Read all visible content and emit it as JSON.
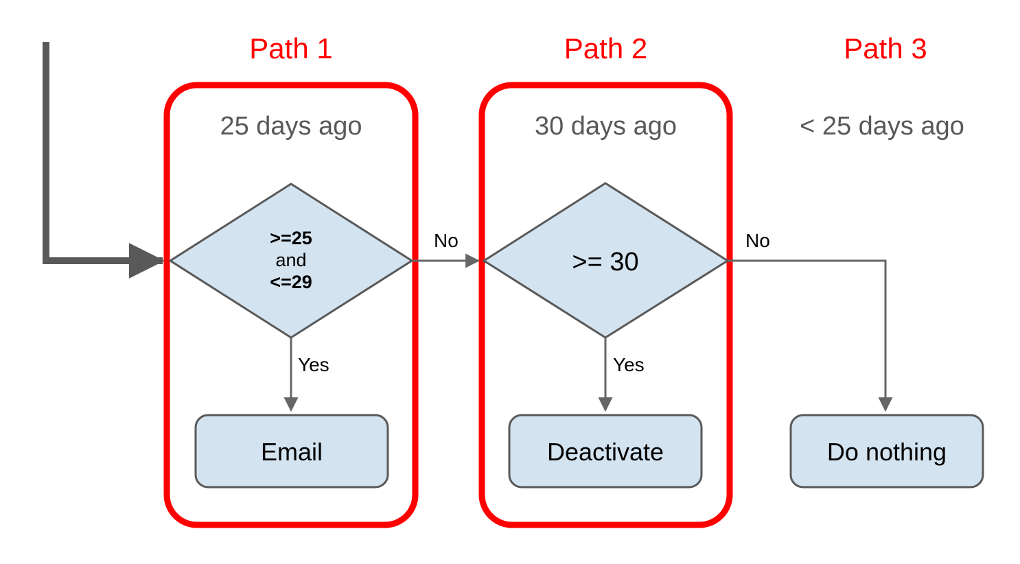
{
  "diagram": {
    "title_color": "#ff0000",
    "node_fill": "#d4e3f0",
    "node_stroke": "#595959",
    "connector_color": "#666666",
    "entry_arrow_color": "#595959",
    "age_label_color": "#595959",
    "background": "#ffffff"
  },
  "paths": [
    {
      "title": "Path 1",
      "age_label": "25 days ago"
    },
    {
      "title": "Path 2",
      "age_label": "30 days ago"
    },
    {
      "title": "Path 3",
      "age_label": "< 25 days ago"
    }
  ],
  "decisions": [
    {
      "id": "decision-25-29",
      "line1": ">=25",
      "line2": "and",
      "line3": "<=29",
      "yes_label": "Yes",
      "no_label": "No"
    },
    {
      "id": "decision-30",
      "text": ">= 30",
      "yes_label": "Yes",
      "no_label": "No"
    }
  ],
  "actions": [
    {
      "id": "action-email",
      "label": "Email"
    },
    {
      "id": "action-deactivate",
      "label": "Deactivate"
    },
    {
      "id": "action-do-nothing",
      "label": "Do nothing"
    }
  ]
}
